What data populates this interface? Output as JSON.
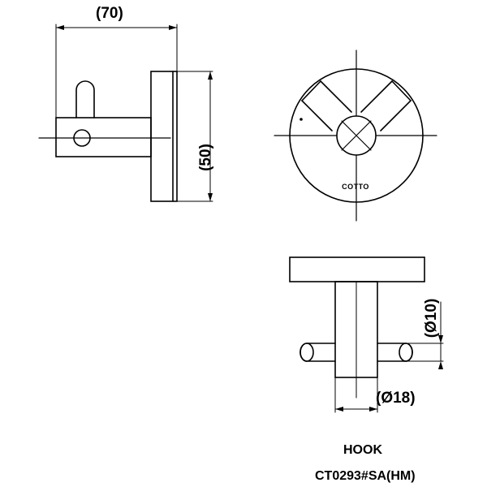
{
  "dimensions": {
    "depth": "(70)",
    "height": "(50)",
    "hook_diameter": "(Ø10)",
    "post_diameter": "(Ø18)"
  },
  "brand": "COTTO",
  "product": {
    "name": "HOOK",
    "code": "CT0293#SA(HM)"
  }
}
